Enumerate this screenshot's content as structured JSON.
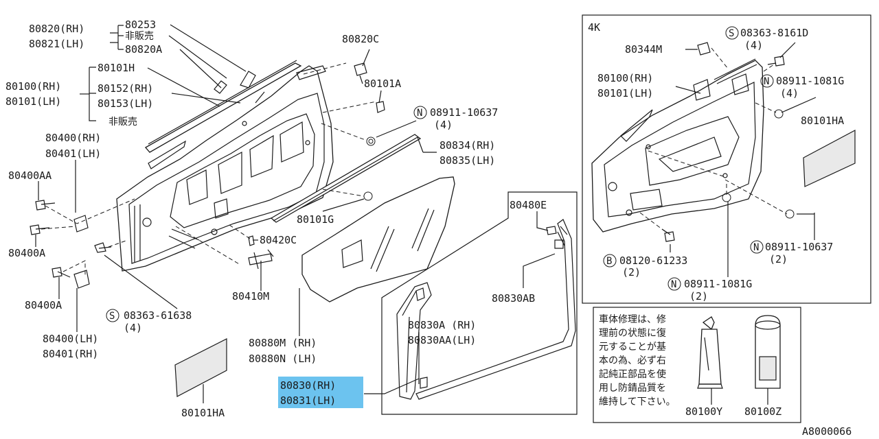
{
  "drawing_id": "A8000066",
  "highlight_color": "#6cc3ef",
  "labels": {
    "p80253": "80253",
    "p80820_rh": "80820(RH)",
    "p80821_lh": "80821(LH)",
    "hihanbai1": "非販売",
    "p80820a": "80820A",
    "p80820c": "80820C",
    "p80101h": "80101H",
    "p80100_rh": "80100(RH)",
    "p80101_lh": "80101(LH)",
    "p80152_rh": "80152(RH)",
    "p80153_lh": "80153(LH)",
    "hihanbai2": "非販売",
    "p80101a": "80101A",
    "n_10637_a": "08911-10637",
    "n_10637_a_qty": "(4)",
    "p80400_rh": "80400(RH)",
    "p80401_lh": "80401(LH)",
    "p80834_rh": "80834(RH)",
    "p80835_lh": "80835(LH)",
    "p80400aa": "80400AA",
    "p80101g": "80101G",
    "p80400a_1": "80400A",
    "p80420c": "80420C",
    "p80410m": "80410M",
    "p80400a_2": "80400A",
    "s_61638": "08363-61638",
    "s_61638_qty": "(4)",
    "p80400_lh": "80400(LH)",
    "p80401_rh": "80401(RH)",
    "p80880m_rh": "80880M (RH)",
    "p80880n_lh": "80880N (LH)",
    "p80101ha_1": "80101HA",
    "p80480e": "80480E",
    "p80830ab": "80830AB",
    "p80830a_rh": "80830A (RH)",
    "p80830aa_lh": "80830AA(LH)",
    "p80830_rh": "80830(RH)",
    "p80831_lh": "80831(LH)"
  },
  "inset_4k": {
    "title": "4K",
    "s_8161d": "08363-8161D",
    "s_8161d_qty": "(4)",
    "p80344m": "80344M",
    "p80100_rh": "80100(RH)",
    "p80101_lh": "80101(LH)",
    "n_1081g_a": "08911-1081G",
    "n_1081g_a_qty": "(4)",
    "p80101ha": "80101HA",
    "n_10637": "08911-10637",
    "n_10637_qty": "(2)",
    "b_61233": "08120-61233",
    "b_61233_qty": "(2)",
    "n_1081g_b": "08911-1081G",
    "n_1081g_b_qty": "(2)"
  },
  "note_box": {
    "lines": [
      "車体修理は、修",
      "理前の状態に復",
      "元することが基",
      "本の為、必ず右",
      "記純正部品を使",
      "用し防錆品質を",
      "維持して下さい。"
    ],
    "p80100y": "80100Y",
    "p80100z": "80100Z"
  },
  "prefix": {
    "S": "S",
    "N": "N",
    "B": "B"
  }
}
